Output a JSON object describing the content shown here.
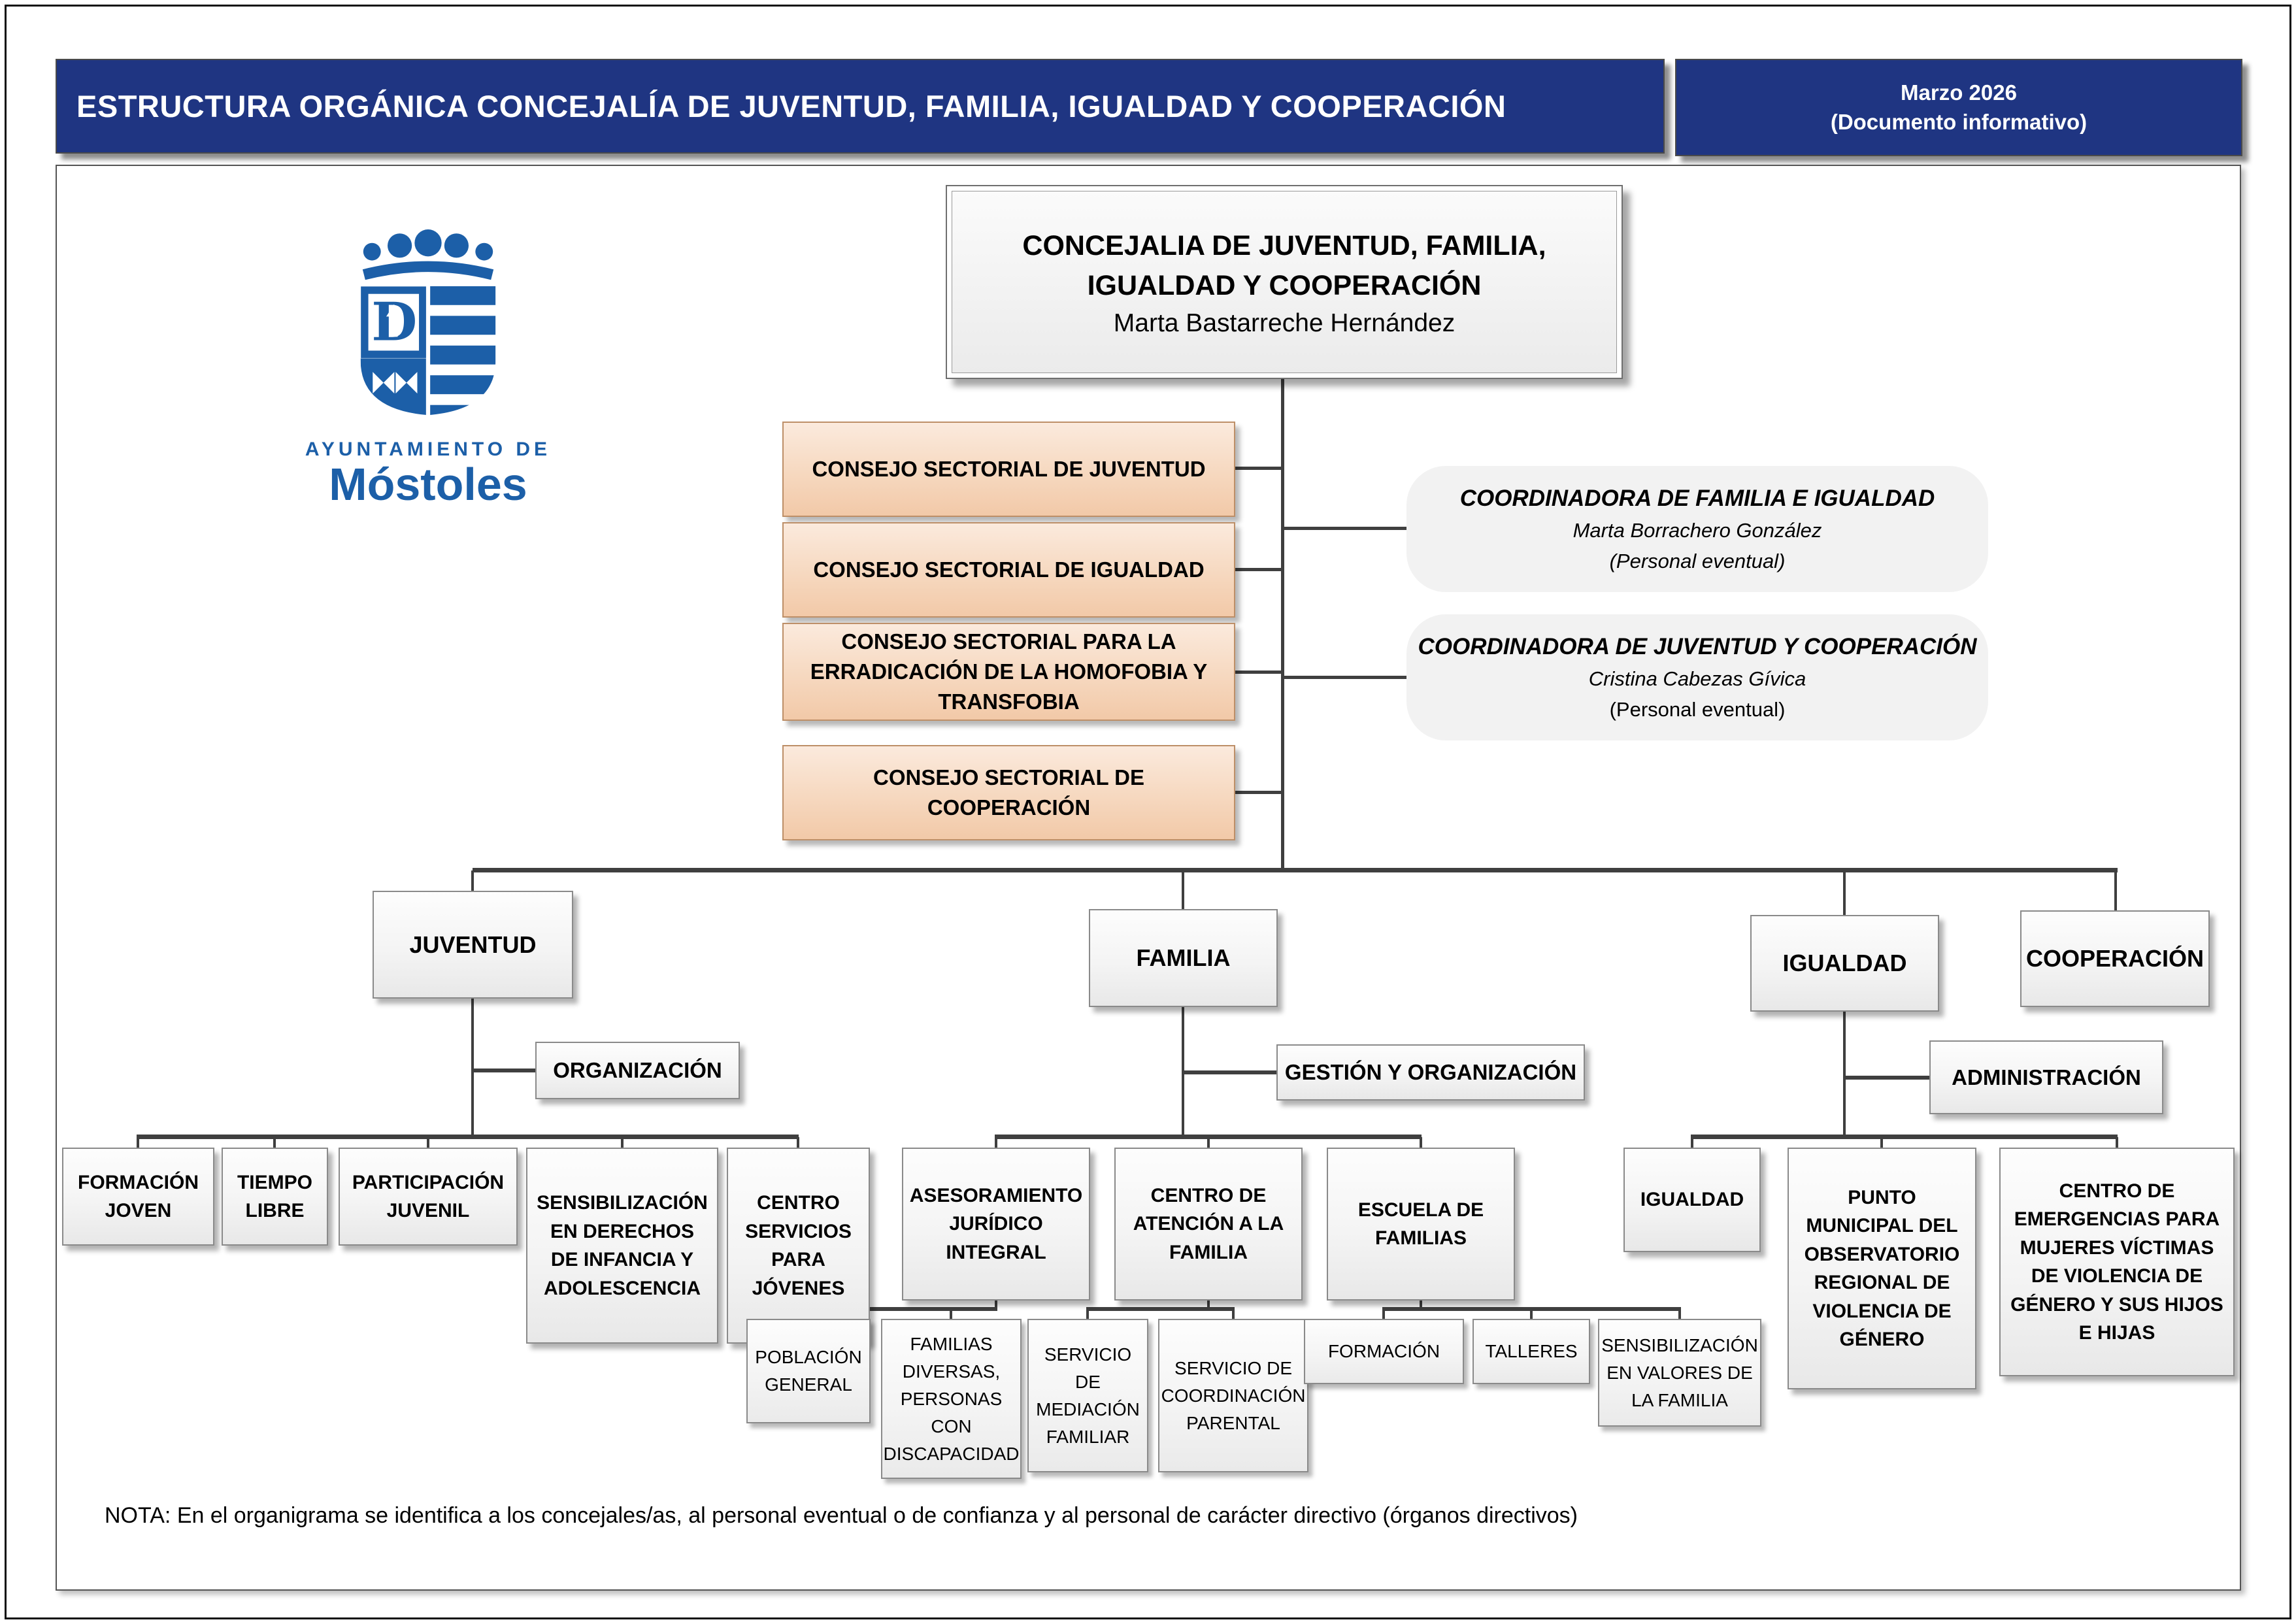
{
  "colors": {
    "header_navy": "#1F3582",
    "line_gray": "#3F3F3F",
    "peach_fill_top": "#FBEADD",
    "peach_fill_bottom": "#F2C9A8",
    "peach_border": "#BD8F68",
    "logo_blue": "#1C5FA8"
  },
  "header": {
    "title": "ESTRUCTURA ORGÁNICA CONCEJALÍA DE JUVENTUD, FAMILIA, IGUALDAD Y COOPERACIÓN",
    "right_line1": "Marzo 2026",
    "right_line2": "(Documento informativo)"
  },
  "logo": {
    "top": "AYUNTAMIENTO DE",
    "name": "Móstoles"
  },
  "root": {
    "title": "CONCEJALIA DE JUVENTUD, FAMILIA, IGUALDAD Y COOPERACIÓN",
    "person": "Marta Bastarreche Hernández"
  },
  "consejos": [
    {
      "label": "CONSEJO SECTORIAL DE JUVENTUD"
    },
    {
      "label": "CONSEJO SECTORIAL DE IGUALDAD"
    },
    {
      "label": "CONSEJO SECTORIAL PARA LA ERRADICACIÓN DE LA HOMOFOBIA Y TRANSFOBIA"
    },
    {
      "label": "CONSEJO SECTORIAL DE COOPERACIÓN"
    }
  ],
  "coordinators": [
    {
      "title": "COORDINADORA DE FAMILIA E IGUALDAD",
      "person": "Marta Borrachero González",
      "note": "(Personal eventual)"
    },
    {
      "title": "COORDINADORA DE JUVENTUD Y COOPERACIÓN",
      "person": "Cristina Cabezas Gívica",
      "note": "(Personal eventual)"
    }
  ],
  "branches": {
    "juventud": {
      "label": "JUVENTUD",
      "side": "ORGANIZACIÓN",
      "children": [
        "FORMACIÓN JOVEN",
        "TIEMPO LIBRE",
        "PARTICIPACIÓN JUVENIL",
        "SENSIBILIZACIÓN EN DERECHOS DE INFANCIA Y ADOLESCENCIA",
        "CENTRO SERVICIOS PARA JÓVENES"
      ]
    },
    "familia": {
      "label": "FAMILIA",
      "side": "GESTIÓN Y ORGANIZACIÓN",
      "children": [
        "ASESORAMIENTO JURÍDICO INTEGRAL",
        "CENTRO DE ATENCIÓN A LA FAMILIA",
        "ESCUELA DE FAMILIAS"
      ],
      "sub_asesoramiento": [
        "POBLACIÓN GENERAL",
        "FAMILIAS DIVERSAS, PERSONAS CON DISCAPACIDAD"
      ],
      "sub_atencion": [
        "SERVICIO DE MEDIACIÓN FAMILIAR",
        "SERVICIO DE COORDINACIÓN PARENTAL"
      ],
      "sub_escuela": [
        "FORMACIÓN",
        "TALLERES",
        "SENSIBILIZACIÓN EN VALORES DE LA FAMILIA"
      ]
    },
    "igualdad": {
      "label": "IGUALDAD",
      "side": "ADMINISTRACIÓN",
      "children": [
        "IGUALDAD",
        "PUNTO MUNICIPAL DEL OBSERVATORIO REGIONAL DE VIOLENCIA DE GÉNERO",
        "CENTRO DE EMERGENCIAS PARA MUJERES VÍCTIMAS DE VIOLENCIA DE GÉNERO Y SUS HIJOS E HIJAS"
      ]
    },
    "cooperacion": {
      "label": "COOPERACIÓN"
    }
  },
  "note": "NOTA: En el organigrama se identifica a los concejales/as, al personal eventual o de confianza y al personal de carácter directivo (órganos directivos)"
}
